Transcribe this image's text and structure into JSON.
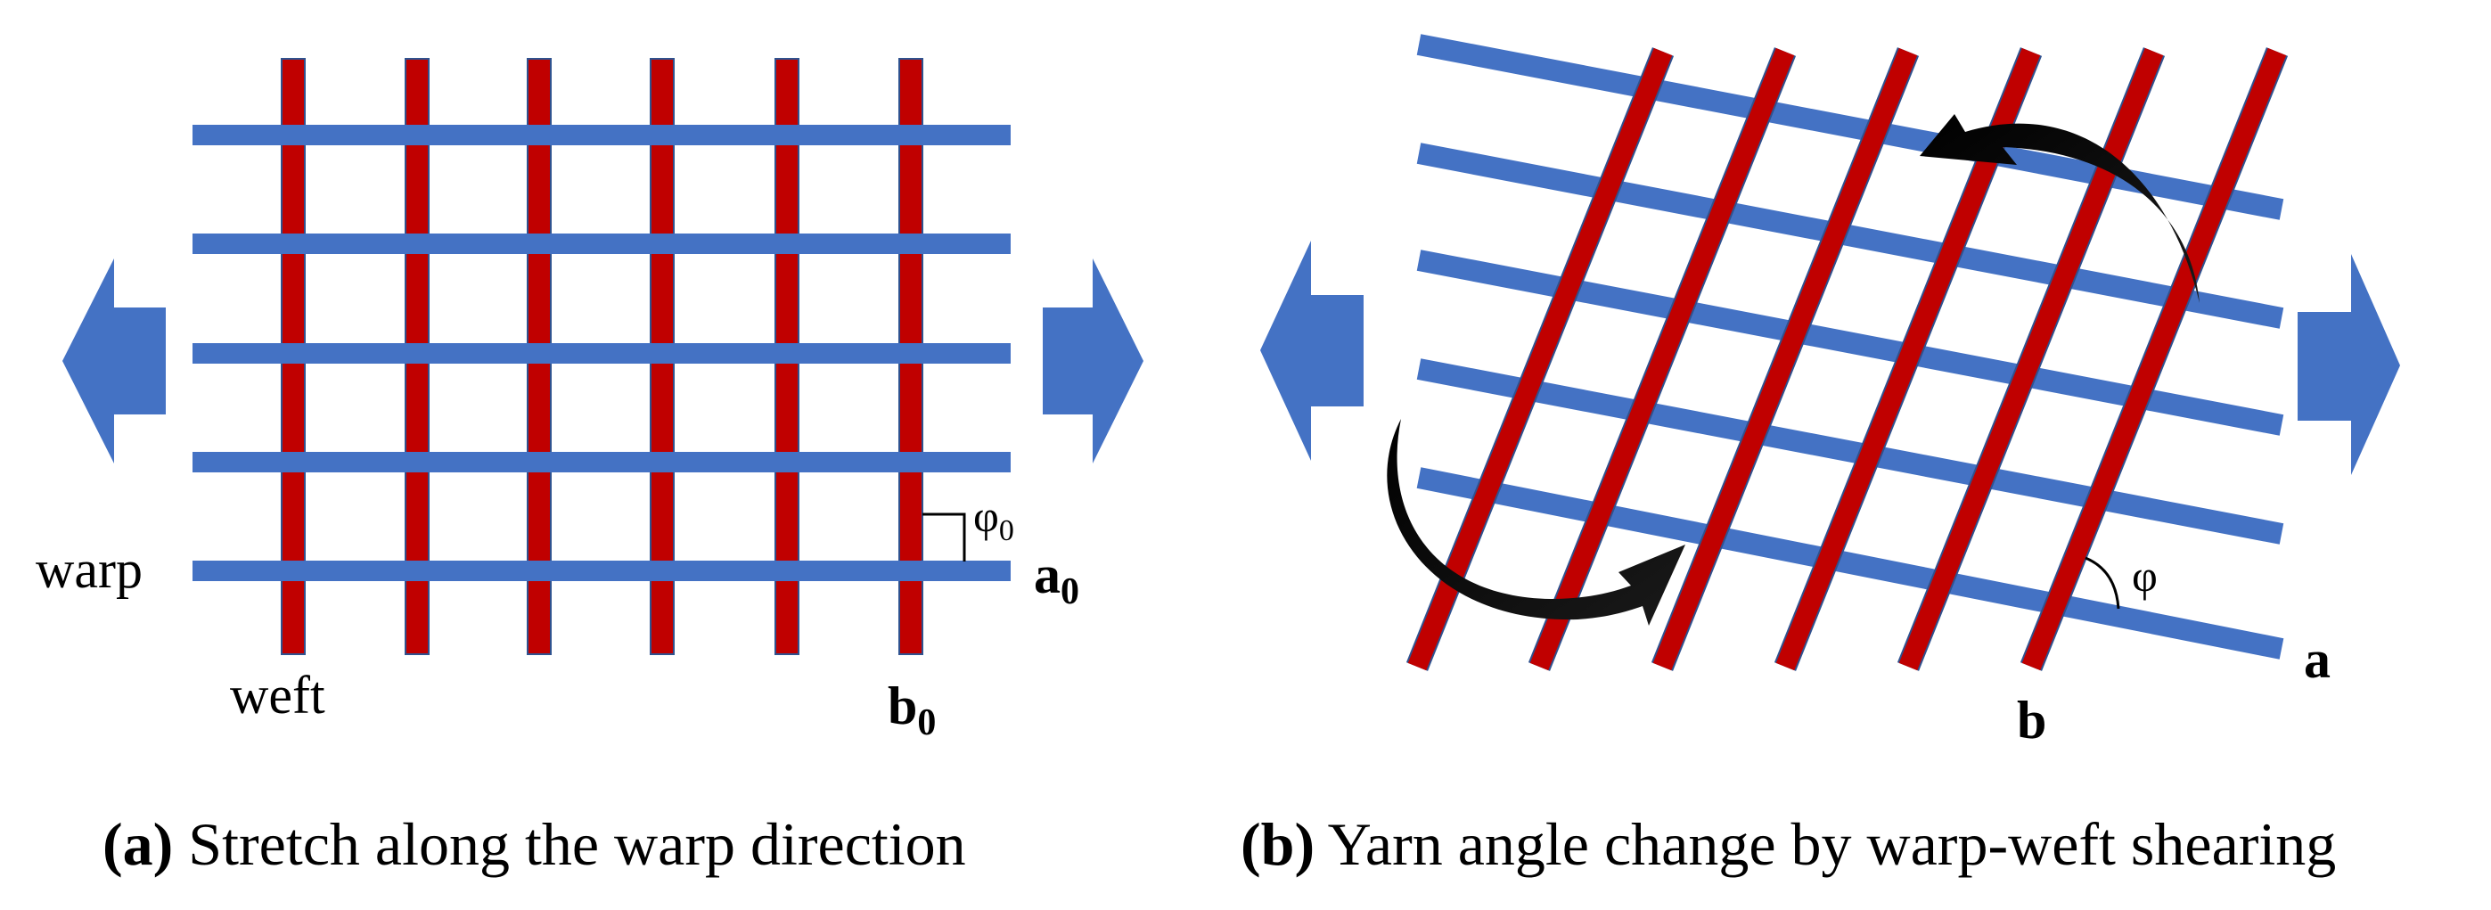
{
  "colors": {
    "warp_yarn": "#4472C4",
    "weft_yarn": "#C00000",
    "yarn_edge": "#2F528F",
    "arrow_fill": "#4472C4",
    "rotation_arrow": "#000000"
  },
  "icons": {
    "left_stretch": "left-arrow-icon",
    "right_stretch": "right-arrow-icon",
    "rotation": "curved-arrow-icon"
  },
  "panel_a": {
    "label_warp": "warp",
    "label_weft": "weft",
    "label_phi": "φ",
    "label_phi_sub": "0",
    "label_a": "a",
    "label_a_sub": "0",
    "label_b": "b",
    "label_b_sub": "0",
    "caption_bold": "(a)",
    "caption_text": " Stretch along the warp direction"
  },
  "panel_b": {
    "label_phi": "φ",
    "label_a": "a",
    "label_b": "b",
    "caption_bold": "(b)",
    "caption_text": " Yarn angle change by warp-weft shearing"
  }
}
